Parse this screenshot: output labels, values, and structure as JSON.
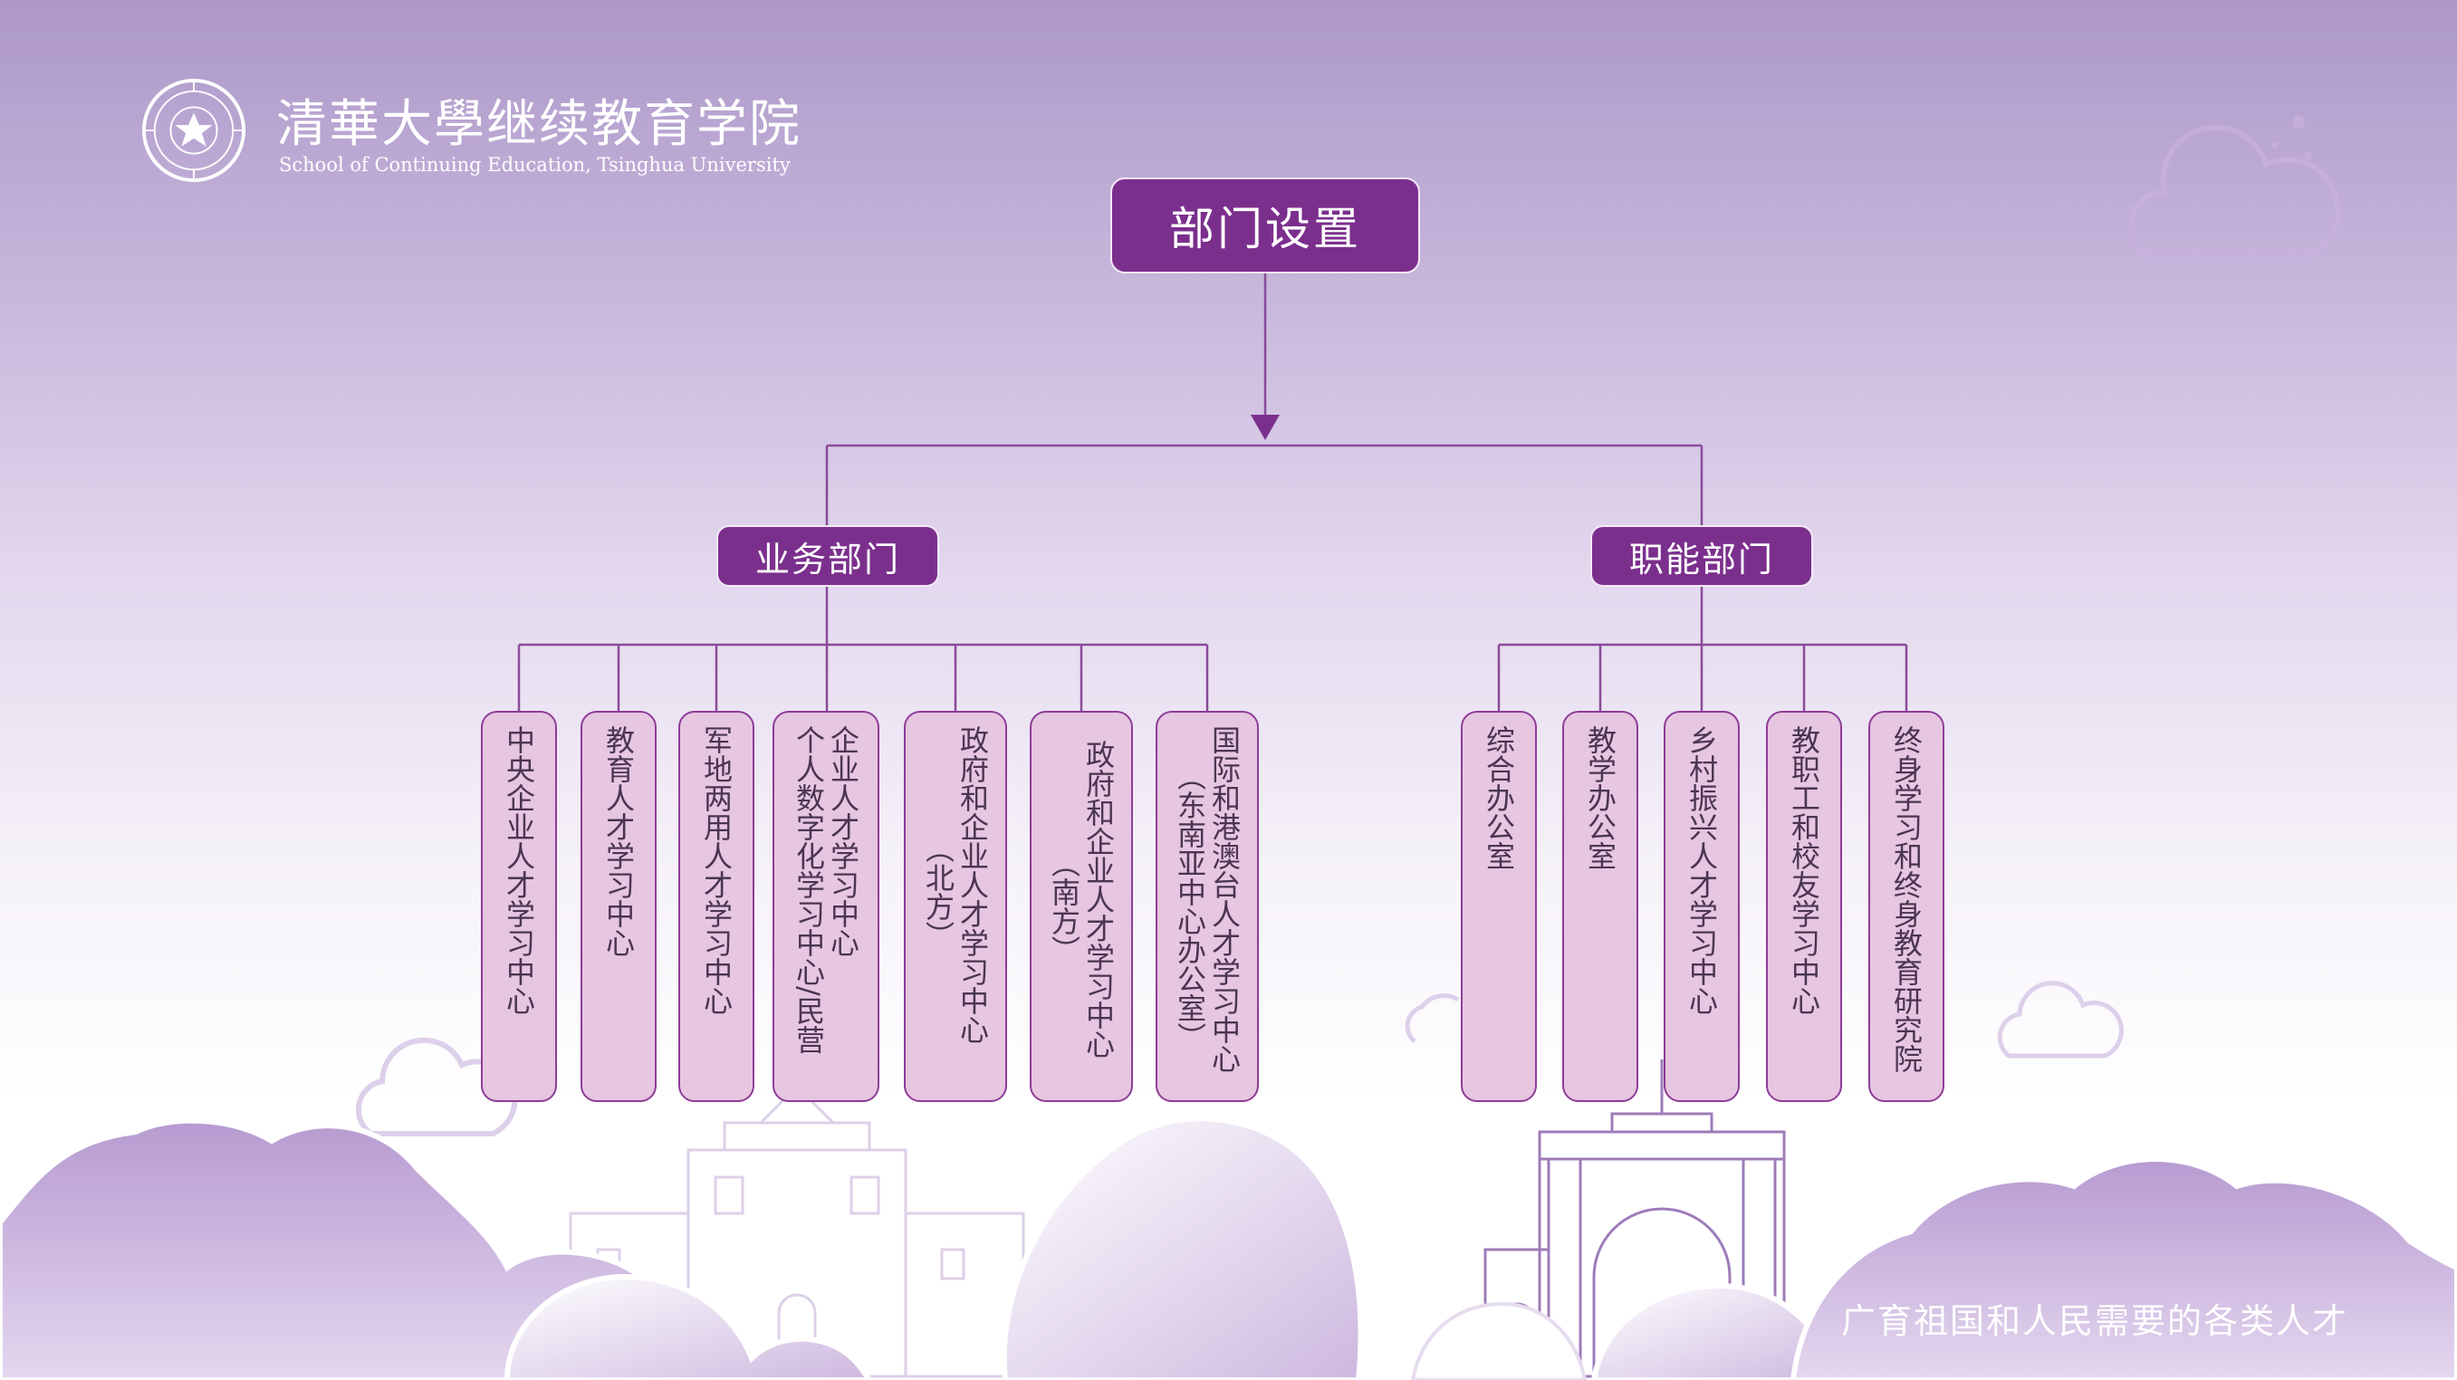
{
  "header": {
    "title": "清華大學继续教育学院",
    "subtitle": "School of Continuing Education, Tsinghua University"
  },
  "chart": {
    "root": "部门设置",
    "branches": [
      {
        "label": "业务部门",
        "children": [
          {
            "lines": [
              "中央企业人才学习中心"
            ]
          },
          {
            "lines": [
              "教育人才学习中心"
            ]
          },
          {
            "lines": [
              "军地两用人才学习中心"
            ]
          },
          {
            "lines": [
              "企业人才学习中心",
              "个人数字化学习中心/民营"
            ]
          },
          {
            "lines": [
              "政府和企业人才学习中心",
              "（北方）"
            ]
          },
          {
            "lines": [
              "政府和企业人才学习中心",
              "（南方）"
            ]
          },
          {
            "lines": [
              "国际和港澳台人才学习中心",
              "（东南亚中心办公室）"
            ]
          }
        ]
      },
      {
        "label": "职能部门",
        "children": [
          {
            "lines": [
              "综合办公室"
            ]
          },
          {
            "lines": [
              "教学办公室"
            ]
          },
          {
            "lines": [
              "乡村振兴人才学习中心"
            ]
          },
          {
            "lines": [
              "教职工和校友学习中心"
            ]
          },
          {
            "lines": [
              "终身学习和终身教育研究院"
            ]
          }
        ]
      }
    ]
  },
  "footer": {
    "slogan": "广育祖国和人民需要的各类人才"
  },
  "colors": {
    "node_fill": "#7b2f8d",
    "leaf_fill": "#e6c6e0",
    "leaf_border": "#8e3c98",
    "connector": "#8a4a9a",
    "cloud_fill": "#c3a9d8"
  }
}
